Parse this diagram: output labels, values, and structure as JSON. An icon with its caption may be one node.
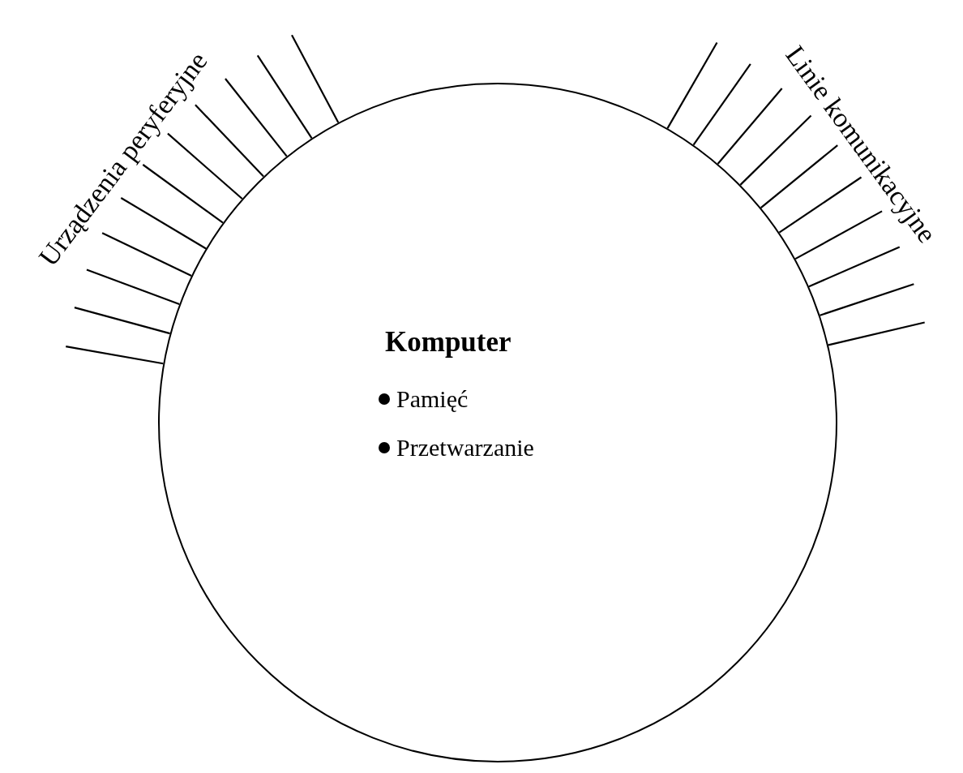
{
  "diagram": {
    "nodes": [
      {
        "text": [
          "Komputer",
          "Pamięć",
          "Przetwarzanie"
        ]
      },
      {
        "text": [
          "Urządzenia peryferyjne"
        ]
      },
      {
        "text": [
          "Linie komunikacyjne"
        ]
      }
    ],
    "edges": [
      {
        "from": 0,
        "to": null,
        "arrow": "none"
      },
      {
        "from": 0,
        "to": 1,
        "arrow": "none"
      },
      {
        "from": 0,
        "to": 1,
        "arrow": "none"
      },
      {
        "from": 0,
        "to": 1,
        "arrow": "none"
      },
      {
        "from": 0,
        "to": 1,
        "arrow": "none"
      },
      {
        "from": 0,
        "to": 1,
        "arrow": "none"
      },
      {
        "from": 0,
        "to": 1,
        "arrow": "none"
      },
      {
        "from": 0,
        "to": 1,
        "arrow": "none"
      },
      {
        "from": 0,
        "to": 1,
        "arrow": "none"
      },
      {
        "from": 0,
        "to": null,
        "arrow": "none"
      },
      {
        "from": 0,
        "to": null,
        "arrow": "none"
      },
      {
        "from": 0,
        "to": null,
        "arrow": "none"
      },
      {
        "from": 0,
        "to": null,
        "arrow": "none"
      },
      {
        "from": 0,
        "to": 2,
        "arrow": "none"
      },
      {
        "from": 0,
        "to": 2,
        "arrow": "none"
      },
      {
        "from": 0,
        "to": 2,
        "arrow": "none"
      },
      {
        "from": 0,
        "to": 2,
        "arrow": "none"
      },
      {
        "from": 0,
        "to": 2,
        "arrow": "none"
      },
      {
        "from": 0,
        "to": 2,
        "arrow": "none"
      },
      {
        "from": 0,
        "to": 2,
        "arrow": "none"
      },
      {
        "from": 0,
        "to": null,
        "arrow": "none"
      }
    ]
  }
}
